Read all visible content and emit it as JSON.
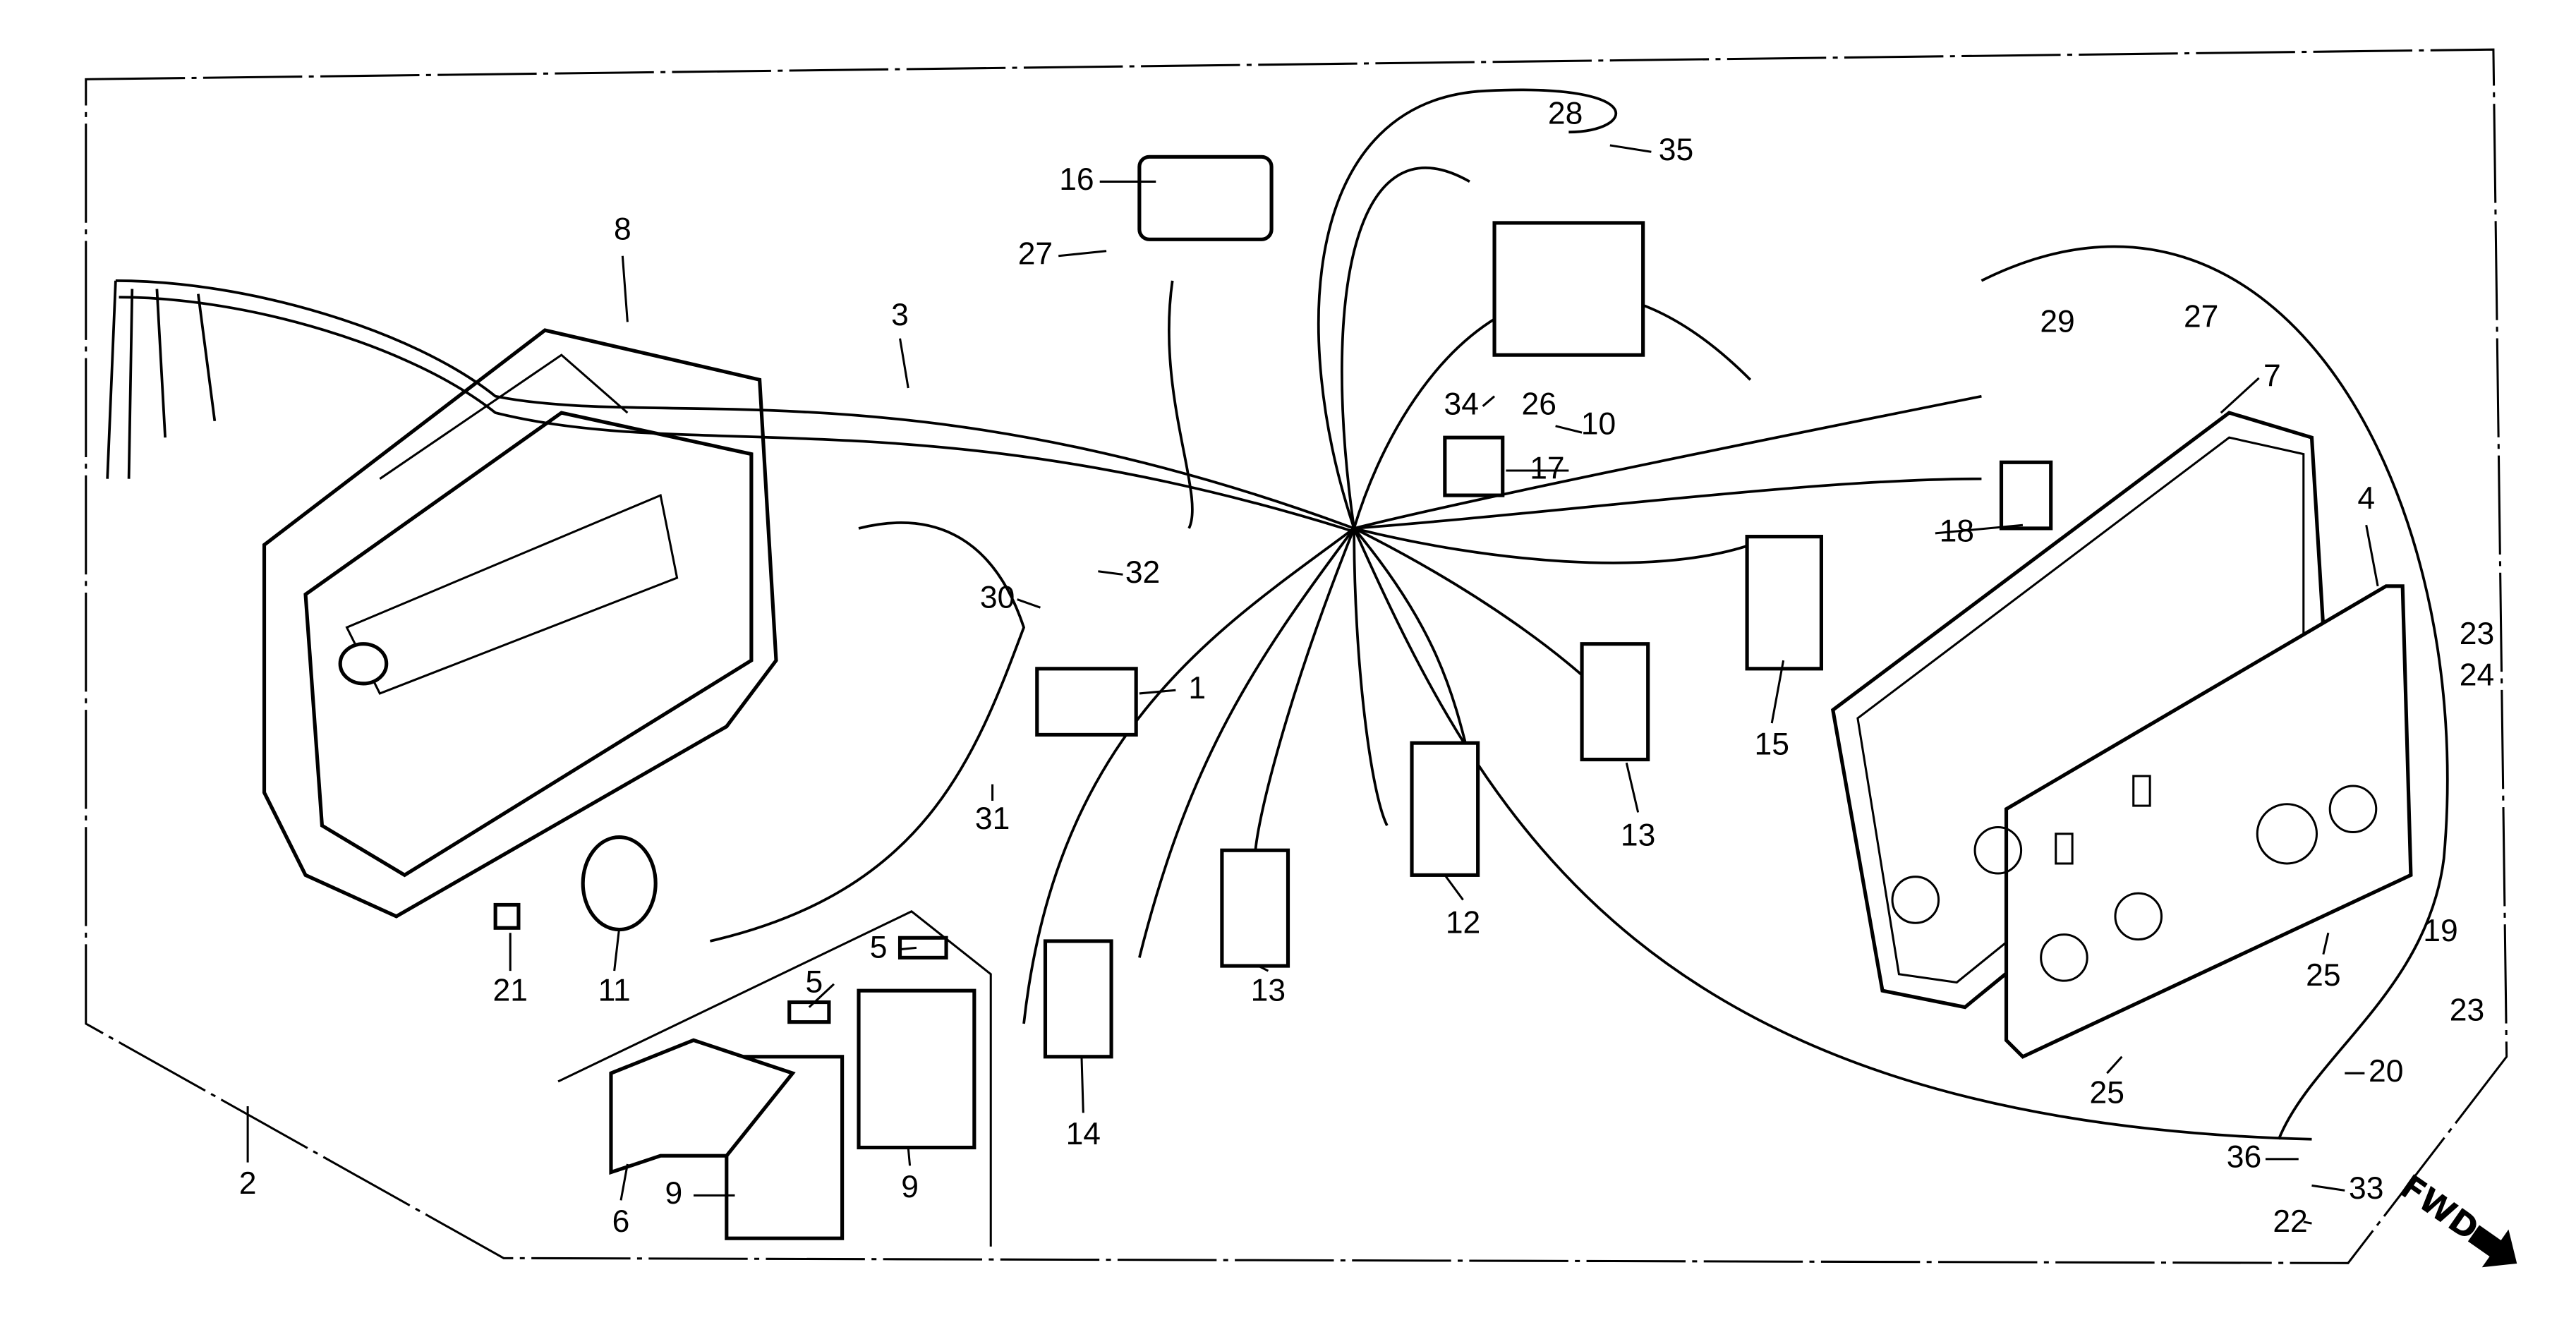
{
  "diagram": {
    "type": "exploded parts diagram",
    "direction_label": "FWD",
    "callouts": [
      "16",
      "27",
      "3",
      "8",
      "28",
      "35",
      "34",
      "26",
      "10",
      "17",
      "29",
      "27",
      "7",
      "18",
      "4",
      "32",
      "30",
      "1",
      "15",
      "13",
      "12",
      "23",
      "24",
      "31",
      "21",
      "11",
      "5",
      "5",
      "13",
      "14",
      "9",
      "9",
      "6",
      "2",
      "19",
      "25",
      "23",
      "25",
      "20",
      "36",
      "33",
      "22"
    ]
  }
}
